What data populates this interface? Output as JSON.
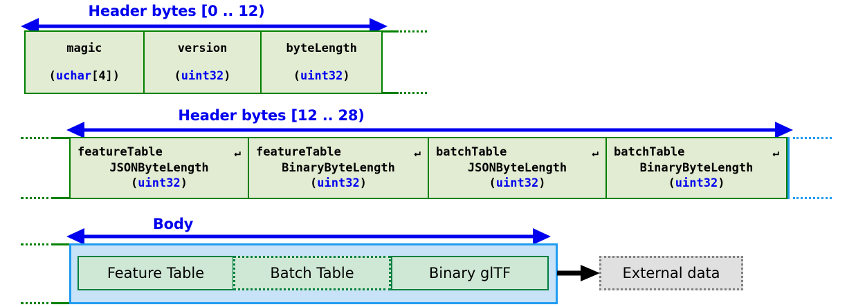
{
  "colors": {
    "arrow_blue": "#0000ee",
    "cell_border_green": "#008000",
    "cell_fill_green": "#e2ecd2",
    "body_border_blue": "#1f9cf0",
    "body_fill_blue": "#c8e2f7",
    "part_fill_green": "#cfe8d5",
    "part_border_green": "#008040",
    "external_fill_gray": "#e0e0e0",
    "external_border_gray": "#808080",
    "type_text_blue": "#0000ee"
  },
  "rows": [
    {
      "id": "header-0-12",
      "span_label": "Header bytes [0 .. 12)",
      "cells": [
        {
          "name": "magic",
          "type_open": "(",
          "type": "uchar",
          "type_suffix": "[4])"
        },
        {
          "name": "version",
          "type_open": "(",
          "type": "uint32",
          "type_suffix": ")"
        },
        {
          "name": "byteLength",
          "type_open": "(",
          "type": "uint32",
          "type_suffix": ")"
        }
      ]
    },
    {
      "id": "header-12-28",
      "span_label": "Header bytes [12 .. 28)",
      "wrap_glyph": "↵",
      "cells": [
        {
          "line1": "featureTable",
          "line2": "JSONByteLength",
          "type_open": "(",
          "type": "uint32",
          "type_suffix": ")"
        },
        {
          "line1": "featureTable",
          "line2": "BinaryByteLength",
          "type_open": "(",
          "type": "uint32",
          "type_suffix": ")"
        },
        {
          "line1": "batchTable",
          "line2": "JSONByteLength",
          "type_open": "(",
          "type": "uint32",
          "type_suffix": ")"
        },
        {
          "line1": "batchTable",
          "line2": "BinaryByteLength",
          "type_open": "(",
          "type": "uint32",
          "type_suffix": ")"
        }
      ]
    },
    {
      "id": "body",
      "span_label": "Body",
      "parts": [
        {
          "label": "Feature Table",
          "style": "solid"
        },
        {
          "label": "Batch Table",
          "style": "dotted"
        },
        {
          "label": "Binary glTF",
          "style": "solid"
        }
      ],
      "external": {
        "label": "External data"
      }
    }
  ]
}
